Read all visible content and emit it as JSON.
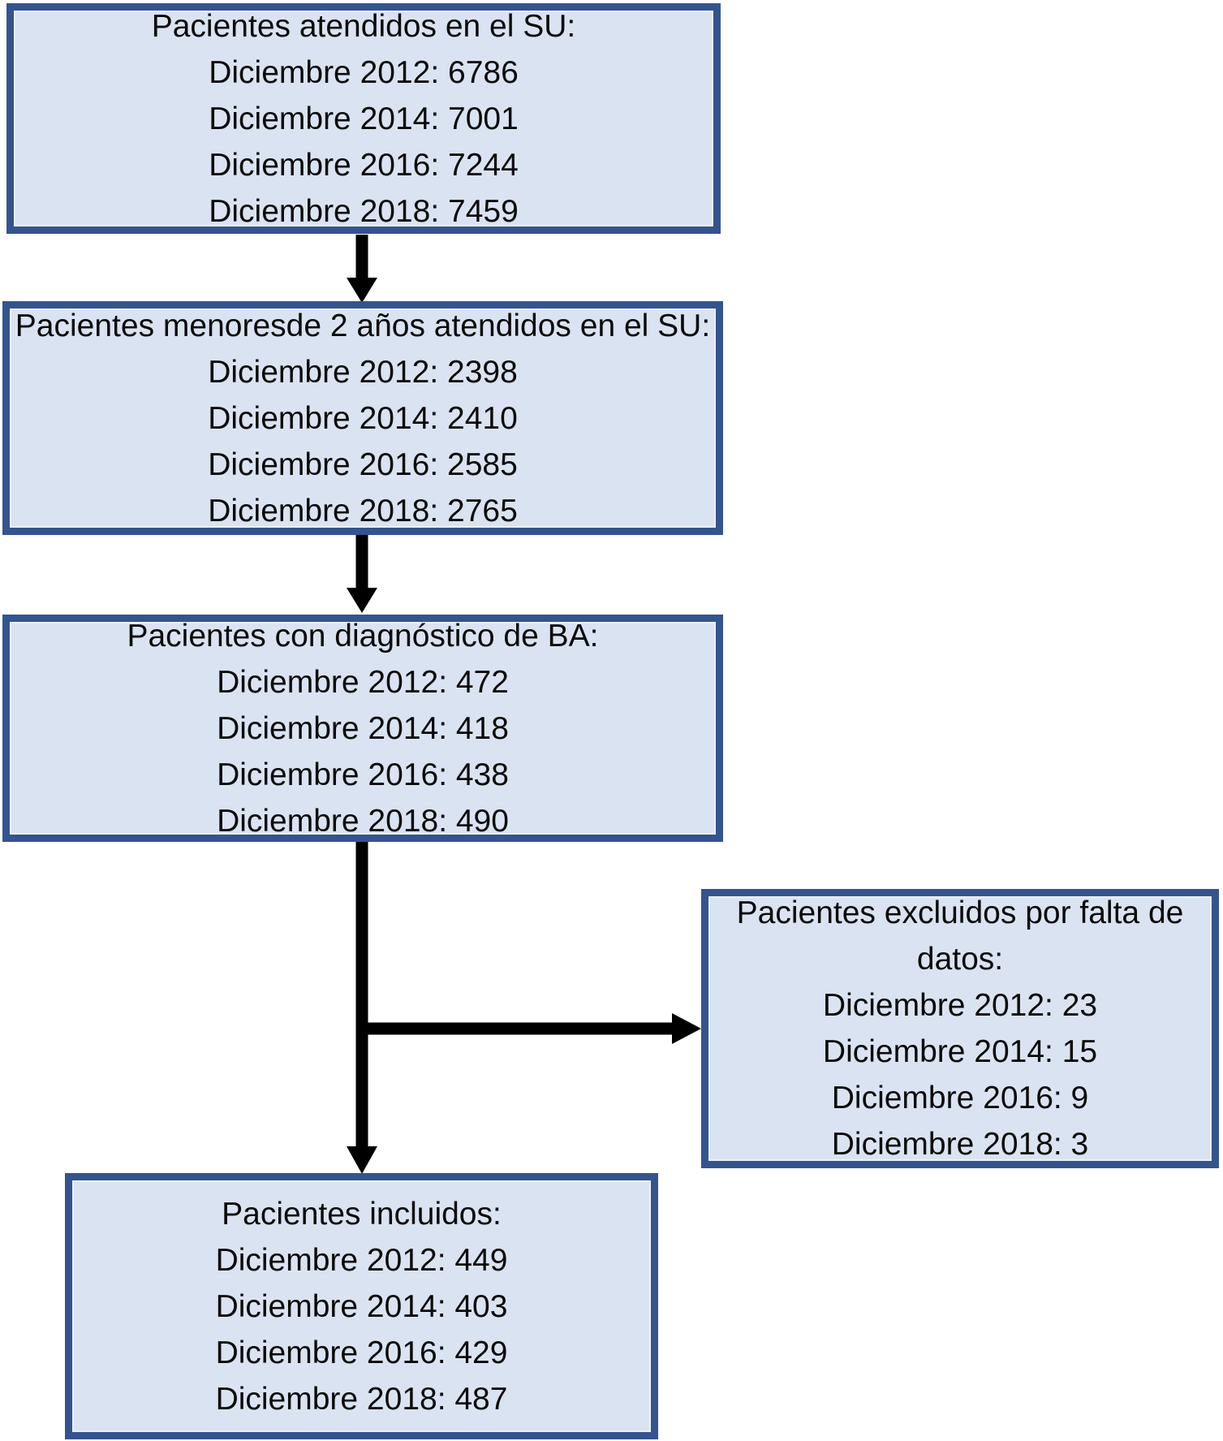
{
  "colors": {
    "box_fill": "#dae3f1",
    "box_border": "#33548f",
    "arrow": "#000000",
    "text": "#0a0a0a",
    "background": "#ffffff"
  },
  "boxes": [
    {
      "id": "atendidos",
      "title": "Pacientes atendidos en el SU:",
      "lines": [
        "Diciembre 2012: 6786",
        "Diciembre 2014: 7001",
        "Diciembre 2016: 7244",
        "Diciembre 2018: 7459"
      ]
    },
    {
      "id": "menores",
      "title": "Pacientes menoresde 2 años atendidos en el SU:",
      "lines": [
        "Diciembre 2012: 2398",
        "Diciembre 2014: 2410",
        "Diciembre 2016: 2585",
        "Diciembre 2018: 2765"
      ]
    },
    {
      "id": "diagnostico",
      "title": "Pacientes con diagnóstico de BA:",
      "lines": [
        "Diciembre 2012: 472",
        "Diciembre 2014: 418",
        "Diciembre 2016: 438",
        "Diciembre 2018: 490"
      ]
    },
    {
      "id": "excluidos",
      "title": "Pacientes excluidos por falta de datos:",
      "lines": [
        "Diciembre 2012: 23",
        "Diciembre 2014: 15",
        "Diciembre 2016: 9",
        "Diciembre 2018: 3"
      ]
    },
    {
      "id": "incluidos",
      "title": "Pacientes incluidos:",
      "lines": [
        "Diciembre 2012: 449",
        "Diciembre 2014: 403",
        "Diciembre 2016: 429",
        "Diciembre 2018: 487"
      ]
    }
  ]
}
